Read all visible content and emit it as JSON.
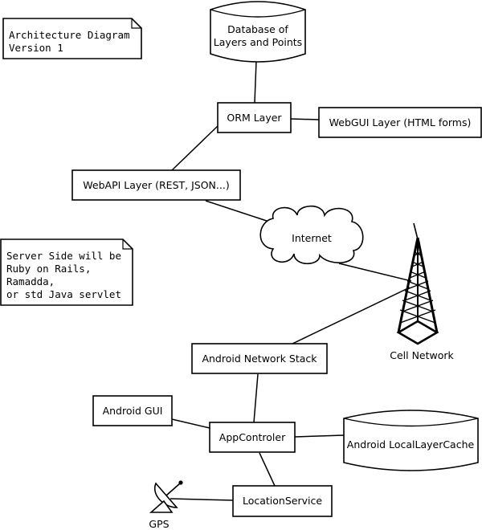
{
  "diagram": {
    "nodes": {
      "database": {
        "line1": "Database of",
        "line2": "Layers and Points"
      },
      "orm": "ORM Layer",
      "webgui": "WebGUI Layer (HTML forms)",
      "webapi": "WebAPI Layer (REST, JSON...)",
      "internet": "Internet",
      "cell": "Cell Network",
      "android_stack": "Android Network Stack",
      "android_gui": "Android GUI",
      "app_controller": "AppControler",
      "local_cache": "Android LocalLayerCache",
      "location_service": "LocationService",
      "gps": "GPS"
    },
    "notes": {
      "architecture": [
        "Architecture Diagram",
        "Version 1"
      ],
      "server_side": [
        "Server Side will be",
        "Ruby on Rails,",
        "Ramadda,",
        "or std Java servlet"
      ]
    },
    "edges": [
      [
        "database",
        "orm"
      ],
      [
        "orm",
        "webgui"
      ],
      [
        "orm",
        "webapi"
      ],
      [
        "webapi",
        "internet"
      ],
      [
        "internet",
        "cell"
      ],
      [
        "cell",
        "android_stack"
      ],
      [
        "android_stack",
        "app_controller"
      ],
      [
        "android_gui",
        "app_controller"
      ],
      [
        "app_controller",
        "local_cache"
      ],
      [
        "app_controller",
        "location_service"
      ],
      [
        "location_service",
        "gps"
      ]
    ]
  }
}
